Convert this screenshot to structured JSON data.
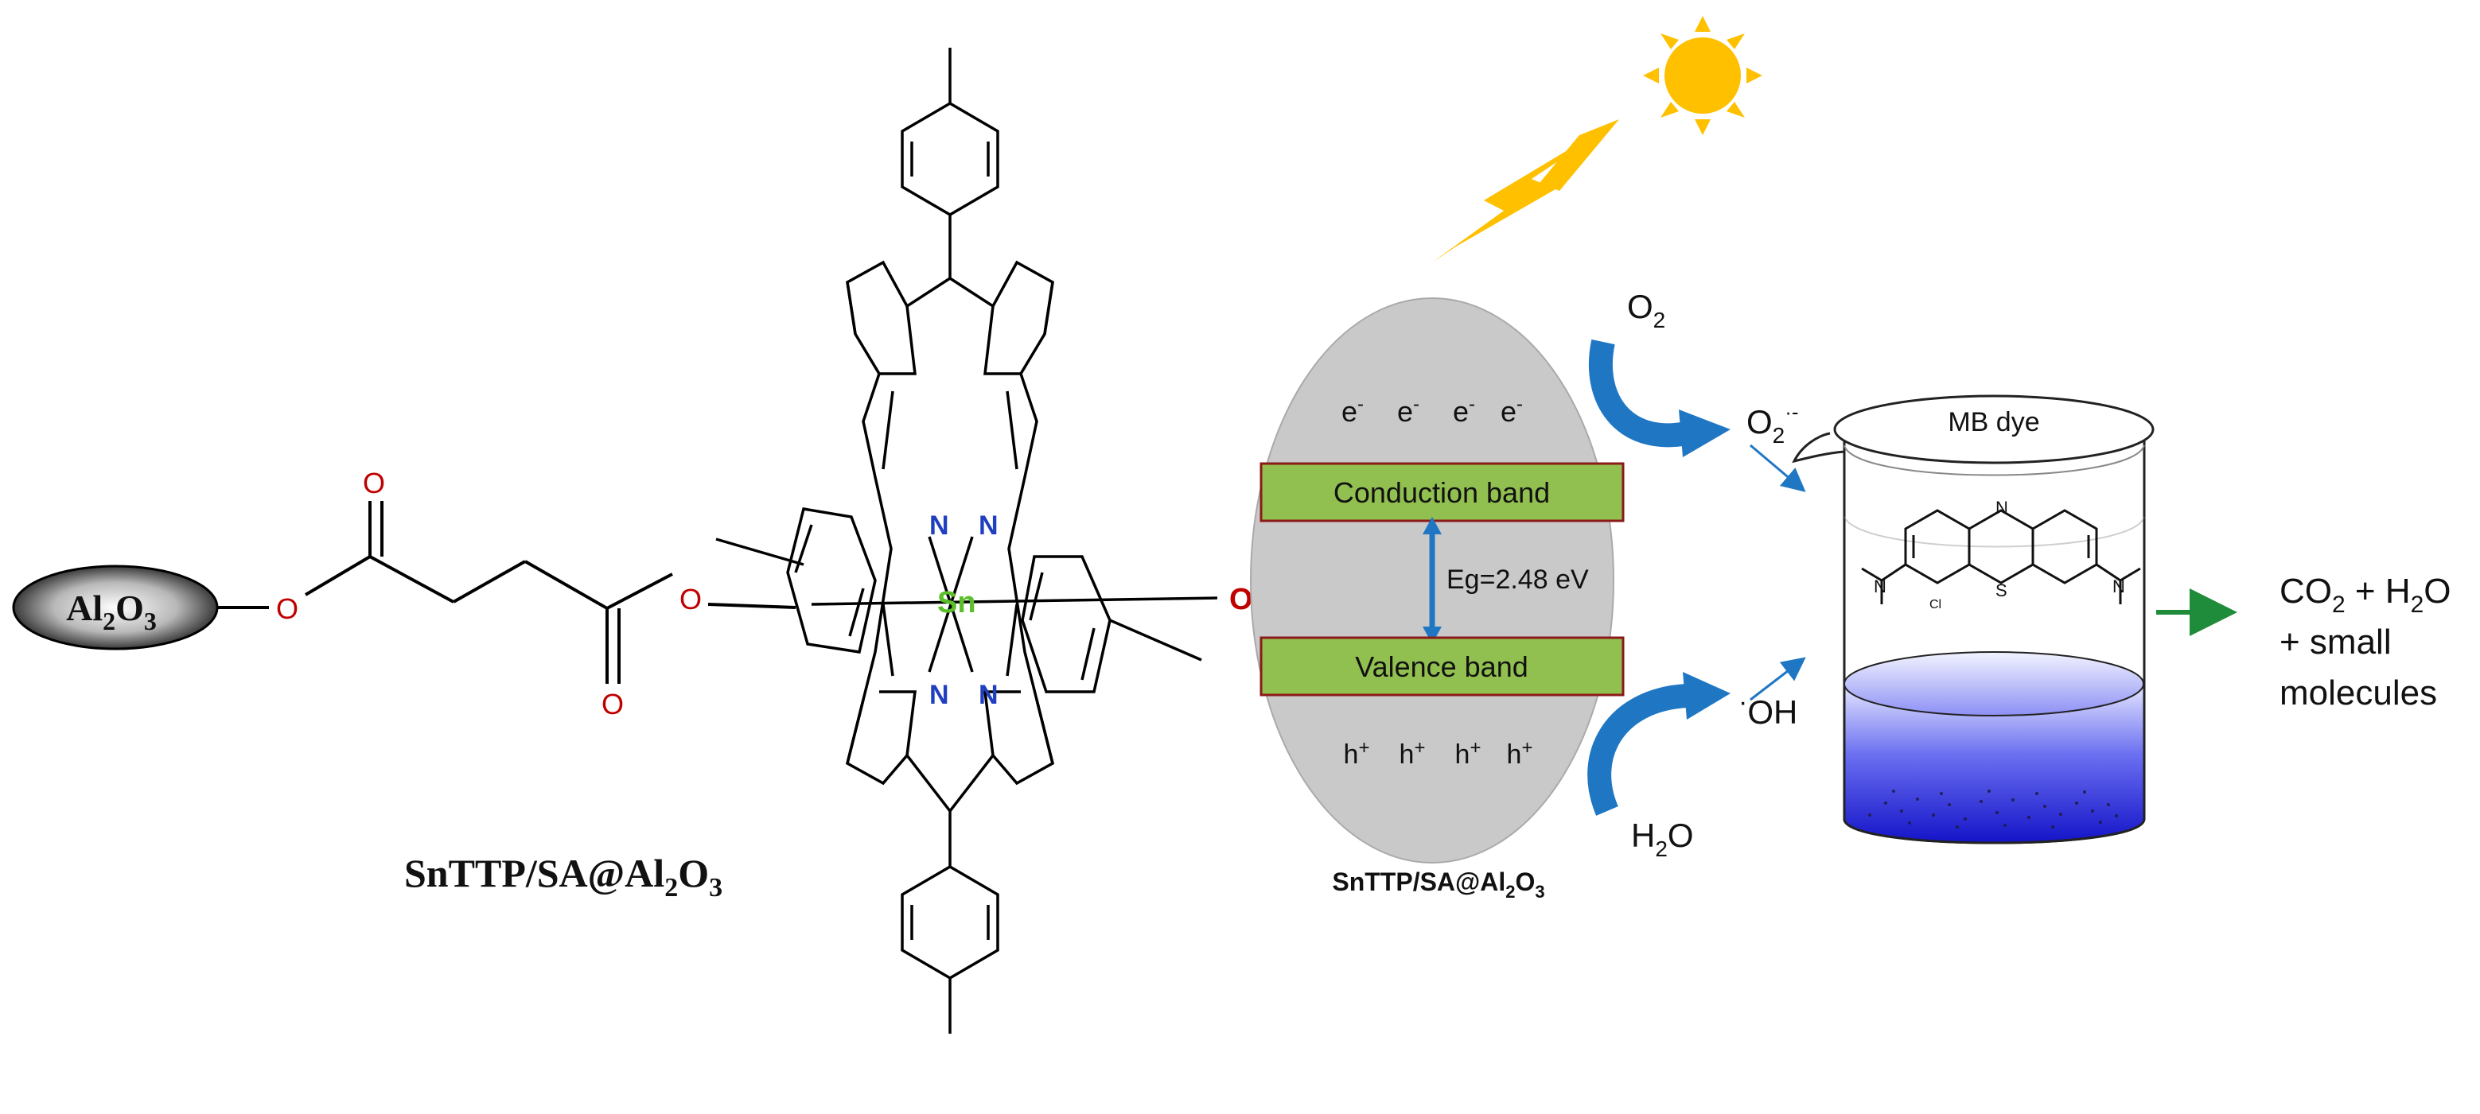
{
  "molecule": {
    "support_label": "Al",
    "support_sub1": "2",
    "support_label2": "O",
    "support_sub2": "3",
    "ester_o1": "O",
    "carbonyl_o1": "O",
    "carbonyl_o2": "O",
    "ester_o2": "O",
    "metal": "Sn",
    "nitrogen": "N",
    "axial_ligand": "OH",
    "name_part1": "SnTTP/SA@Al",
    "name_sub1": "2",
    "name_part2": "O",
    "name_sub2": "3"
  },
  "photocatalysis": {
    "electrons": "e",
    "electron_sup": "-",
    "conduction_band": "Conduction band",
    "band_gap": "Eg=2.48 eV",
    "valence_band": "Valence band",
    "holes": "h",
    "hole_sup": "+",
    "catalyst_part1": "SnTTP/SA@Al",
    "catalyst_sub1": "2",
    "catalyst_part2": "O",
    "catalyst_sub2": "3",
    "oxygen": "O",
    "oxygen_sub": "2",
    "superoxide": "O",
    "superoxide_sub": "2",
    "superoxide_sup": "·-",
    "hydroxyl_dot": "·",
    "hydroxyl": "OH",
    "water_part1": "H",
    "water_sub": "2",
    "water_part2": "O",
    "beaker_label": "MB dye",
    "mb_s": "S",
    "mb_n": "N",
    "mb_cl": "Cl",
    "product_line1_a": "CO",
    "product_line1_sub1": "2",
    "product_line1_b": " + H",
    "product_line1_sub2": "2",
    "product_line1_c": "O",
    "product_line2": "+ small",
    "product_line3": "molecules"
  },
  "colors": {
    "oxygen_red": "#c00000",
    "nitrogen_blue": "#1f3fbf",
    "tin_green": "#5bbf2a",
    "band_green": "#92c050",
    "band_border": "#8b1a1a",
    "arrow_blue": "#1f77c4",
    "sun_yellow": "#ffc000",
    "product_arrow": "#1e8c3a"
  }
}
